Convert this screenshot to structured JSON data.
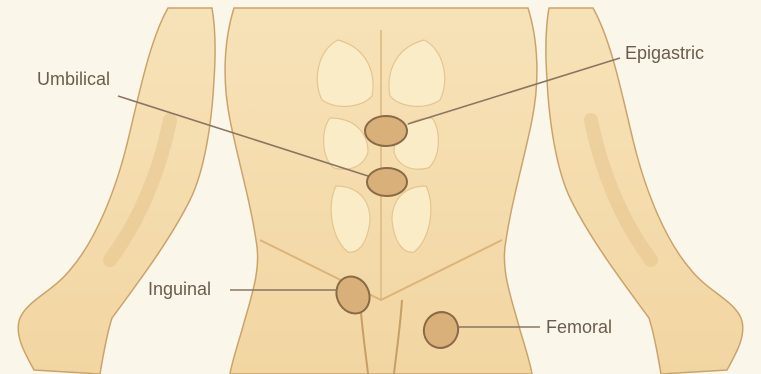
{
  "colors": {
    "background": "#fbf6ea",
    "skin": "#f5deb0",
    "skin_shade": "#e9c98f",
    "outline": "#caa36b",
    "hernia_fill": "#d9b07a",
    "hernia_stroke": "#8a6a46",
    "leader_line": "#8a7560",
    "label_text": "#6b5c4c"
  },
  "labels": {
    "epigastric": "Epigastric",
    "umbilical": "Umbilical",
    "inguinal": "Inguinal",
    "femoral": "Femoral"
  }
}
